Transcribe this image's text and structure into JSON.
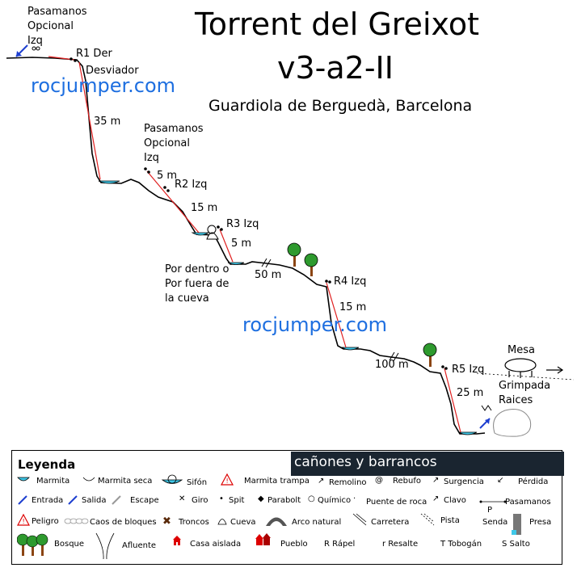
{
  "title_line1": "Torrent del Greixot",
  "title_line2": "v3-a2-II",
  "location": "Guardiola de Berguedà, Barcelona",
  "watermarks": [
    "rocjumper.com",
    "rocjumper.com"
  ],
  "labels": {
    "pasamanos_1": "Pasamanos\nOpcional\nIzq",
    "r1": "R1 Der",
    "desviador": "Desviador",
    "len_35": "35 m",
    "pasamanos_2": "Pasamanos\nOpcional\nIzq",
    "len_5a": "5 m",
    "r2": "R2  Izq",
    "len_15a": "15 m",
    "r3": "R3 Izq",
    "len_5b": "5 m",
    "cueva_note": "Por dentro o\nPor fuera de\nla cueva",
    "len_50": "50 m",
    "r4": "R4  Izq",
    "len_15b": "15 m",
    "len_100": "100 m",
    "r5": "R5 Izq",
    "mesa": "Mesa",
    "grimpada": "Grimpada\nRaices",
    "len_25": "25 m"
  },
  "legend": {
    "title": "Leyenda",
    "brand": "cañones y barrancos",
    "items": [
      "Marmita",
      "Marmita seca",
      "Sifón",
      "Marmita trampa",
      "Remolino",
      "Rebufo",
      "Surgencia",
      "Pérdida",
      "Entrada",
      "Salida",
      "Escape",
      "Giro",
      "Spit",
      "Parabolt",
      "Químico",
      "Puente de roca",
      "Clavo",
      "Pasamanos",
      "Peligro",
      "Caos de bloques",
      "Troncos",
      "Cueva",
      "Arco natural",
      "Carretera",
      "Pista",
      "Senda",
      "Presa",
      "Bosque",
      "Afluente",
      "Casa aislada",
      "Pueblo",
      "R Rápel",
      "r Resalte",
      "T Tobogán",
      "S Salto"
    ],
    "p_mark": "P"
  },
  "colors": {
    "rope": "#e02020",
    "water": "#3fc8e8",
    "watermark": "#1e6fe0",
    "tree_crown": "#2e9a2e",
    "tree_trunk": "#8b4513"
  }
}
